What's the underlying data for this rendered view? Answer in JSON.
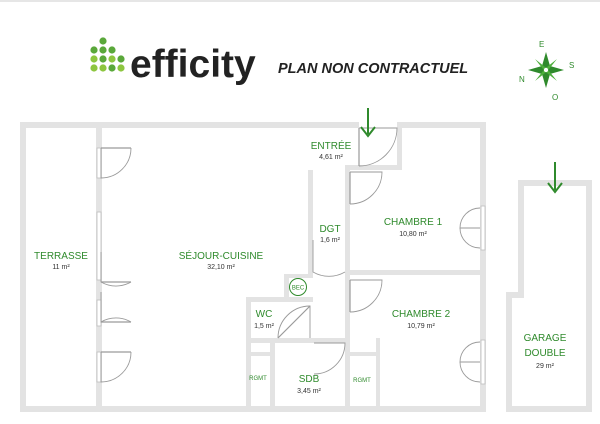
{
  "header": {
    "brand": "efficity",
    "subtitle": "PLAN NON CONTRACTUEL",
    "colors": {
      "brand_green": "#5aa83a",
      "label_green": "#2f8a2c",
      "text_dark": "#222222"
    }
  },
  "compass": {
    "north": "N",
    "east": "E",
    "south": "S",
    "west": "O"
  },
  "rooms": {
    "entree": {
      "name": "ENTRÉE",
      "area": "4,61 m²"
    },
    "dgt": {
      "name": "DGT",
      "area": "1,6 m²"
    },
    "chambre1": {
      "name": "CHAMBRE 1",
      "area": "10,80 m²"
    },
    "chambre2": {
      "name": "CHAMBRE 2",
      "area": "10,79 m²"
    },
    "sejour": {
      "name": "SÉJOUR-CUISINE",
      "area": "32,10 m²"
    },
    "terrasse": {
      "name": "TERRASSE",
      "area": "11 m²"
    },
    "wc": {
      "name": "WC",
      "area": "1,5 m²"
    },
    "sdb": {
      "name": "SDB",
      "area": "3,45 m²"
    },
    "garage": {
      "name_line1": "GARAGE",
      "name_line2": "DOUBLE",
      "area": "29 m²"
    }
  },
  "fixtures": {
    "bec": "BEC",
    "rgmt_left": "RGMT",
    "rgmt_right": "RGMT"
  },
  "icons": {
    "entry_arrow": "down-arrow-icon",
    "garage_arrow": "down-arrow-icon",
    "logo_dots": "dots-grid-icon",
    "compass_rose": "compass-rose-icon"
  }
}
